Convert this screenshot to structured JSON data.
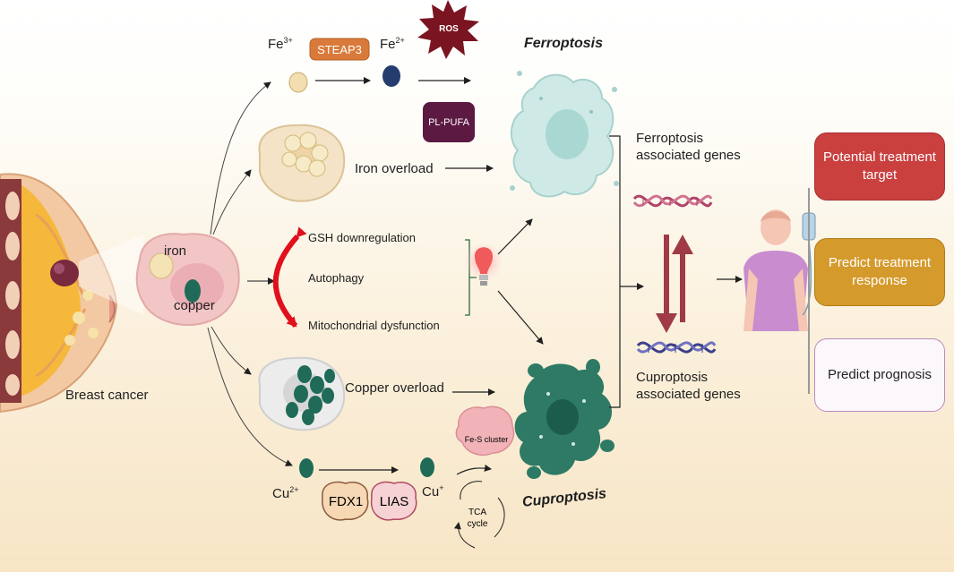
{
  "pathway_top": {
    "fe3_base": "Fe",
    "fe3_sup": "3+",
    "fe2_base": "Fe",
    "fe2_sup": "2+",
    "enzyme": "STEAP3",
    "ros": "ROS",
    "lipid": "PL-PUFA"
  },
  "outcomes": {
    "ferroptosis": "Ferroptosis",
    "cuproptosis": "Cuproptosis"
  },
  "iron_overload": "Iron overload",
  "copper_overload": "Copper overload",
  "mechanisms": {
    "gsh": "GSH downregulation",
    "autophagy": "Autophagy",
    "mito": "Mitochondrial dysfunction"
  },
  "cell_labels": {
    "iron": "iron",
    "copper": "copper",
    "breast_cancer": "Breast cancer"
  },
  "pathway_bottom": {
    "cu2_base": "Cu",
    "cu2_sup": "2+",
    "cu1_base": "Cu",
    "cu1_sup": "+",
    "fdx1": "FDX1",
    "lias": "LIAS",
    "fes": "Fe-S cluster",
    "tca_line1": "TCA",
    "tca_line2": "cycle"
  },
  "genes": {
    "ferro_line1": "Ferroptosis",
    "ferro_line2": "associated genes",
    "cupro_line1": "Cuproptosis",
    "cupro_line2": "associated genes"
  },
  "applications": [
    {
      "line1": "Potential  treatment",
      "line2": "target",
      "bg": "#c9403f",
      "border": "#a83030",
      "color": "#ffffff"
    },
    {
      "line1": "Predict treatment",
      "line2": "response",
      "bg": "#d59a2c",
      "border": "#b07c18",
      "color": "#ffffff"
    },
    {
      "line1": "Predict prognosis",
      "line2": "",
      "bg": "#fcf7fb",
      "border": "#b98ac0",
      "color": "#1f1f1f"
    }
  ],
  "colors": {
    "ferroptosis_cell": "#cfe9e6",
    "cuproptosis_cell": "#2e7a65",
    "copper": "#1f6b58",
    "iron": "#f4e3b5",
    "dna": "#b0446a",
    "dna_arrow": "#a03a45",
    "red_arrow": "#e0101c"
  },
  "icons": [
    "breast-anatomy-icon",
    "lightbulb-icon",
    "dna-icon",
    "patient-icon",
    "iv-bag-icon"
  ]
}
